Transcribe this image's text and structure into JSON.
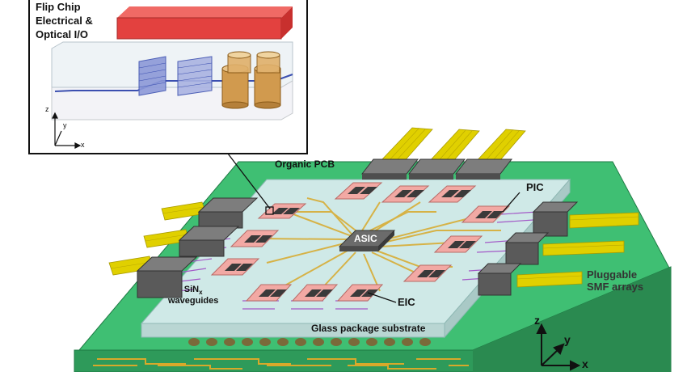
{
  "inset": {
    "title_lines": [
      "Flip Chip",
      "Electrical &",
      "Optical I/O"
    ],
    "axis_z": "z",
    "axis_y": "y",
    "axis_x": "x"
  },
  "labels": {
    "pcb": "Organic PCB",
    "pic": "PIC",
    "asic": "ASIC",
    "eic": "EIC",
    "glass": "Glass package substrate",
    "sinx_main": "SiN",
    "sinx_sub": "x",
    "waveguides": "waveguides",
    "pluggable": "Pluggable",
    "smf": "SMF arrays"
  },
  "axes": {
    "z": "z",
    "y": "y",
    "x": "x"
  },
  "colors": {
    "pcb_top": "#3fbf73",
    "pcb_side": "#2e9a5a",
    "glass": "#d4ecea",
    "chip": "#f2a9a4",
    "connector": "#6b6b6b",
    "fiber": "#e0d000",
    "trace": "#d8a92a",
    "inset_red": "#e3413f"
  }
}
